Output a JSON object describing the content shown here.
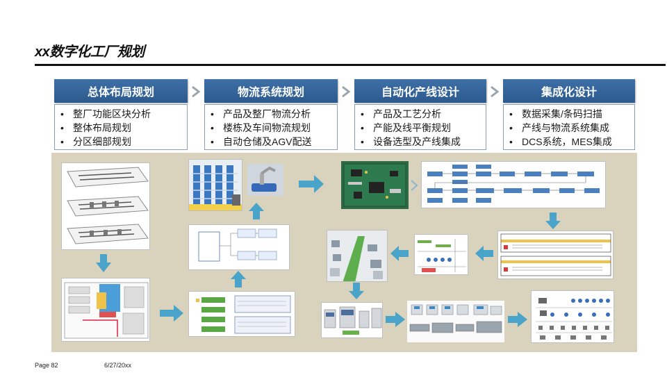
{
  "page": {
    "title": "xx数字化工厂规划"
  },
  "phases": [
    {
      "title": "总体布局规划",
      "items": [
        "整厂功能区块分析",
        "整体布局规划",
        "分区细部规划"
      ]
    },
    {
      "title": "物流系统规划",
      "items": [
        "产品及整厂物流分析",
        "楼栋及车间物流规划",
        "自动仓储及AGV配送"
      ]
    },
    {
      "title": "自动化产线设计",
      "items": [
        "产品及工艺分析",
        "产能及线平衡规划",
        "设备选型及产线集成"
      ]
    },
    {
      "title": "集成化设计",
      "items": [
        "数据采集/条码扫描",
        "产线与物流系统集成",
        "DCS系统，MES集成"
      ]
    }
  ],
  "footer": {
    "page": "Page 82",
    "date": "6/27/20xx"
  },
  "colors": {
    "header_blue": "#2c5a8e",
    "panel_bg": "#d9d3bd",
    "flow_arrow": "#4aa3c8"
  }
}
